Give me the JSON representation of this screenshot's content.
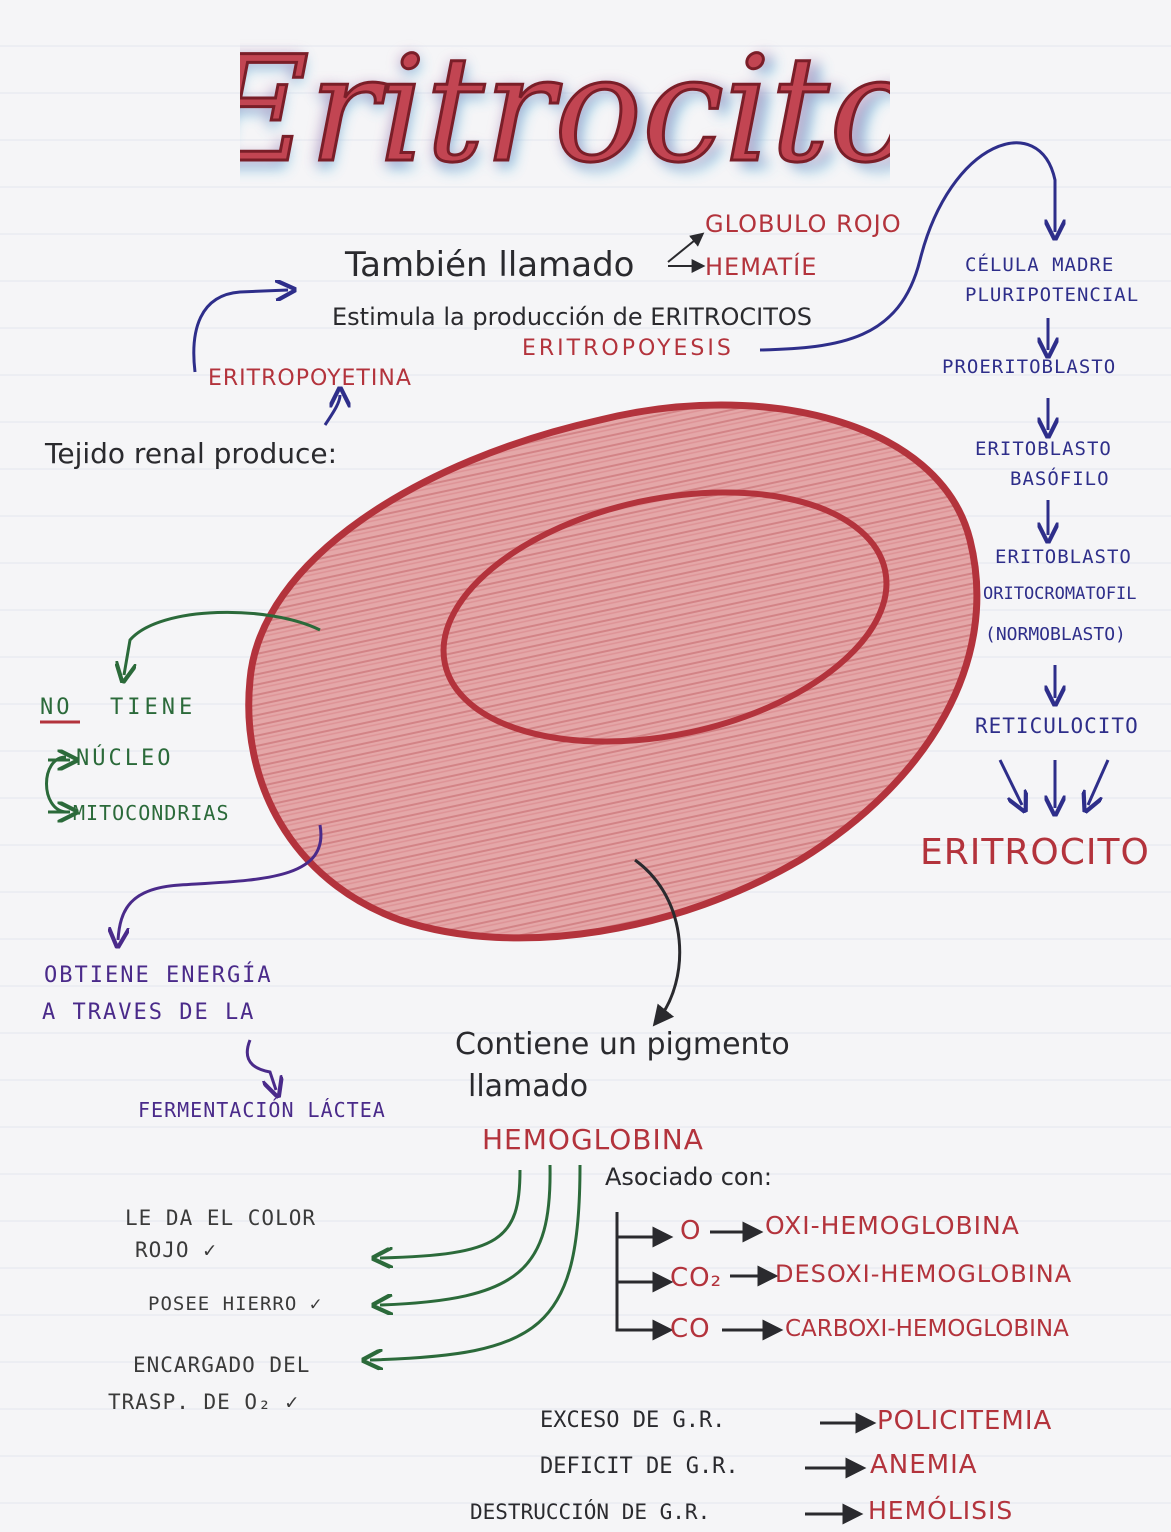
{
  "title": "Eritrocito",
  "also_called": {
    "lead": "También llamado",
    "names": [
      "GLOBULO ROJO",
      "HEMATÍE"
    ]
  },
  "stimulates": "Estimula la producción de ERITROCITOS",
  "eritropoyesis": "ERITROPOYESIS",
  "eritropoyetina": "ERITROPOYETINA",
  "renal": "Tejido renal produce:",
  "lineage": [
    "CÉLULA MADRE",
    "PLURIPOTENCIAL",
    "PROERITOBLASTO",
    "ERITOBLASTO",
    "BASÓFILO",
    "ERITOBLASTO",
    "ORITOCROMATOFIL",
    "(NORMOBLASTO)",
    "RETICULOCITO"
  ],
  "lineage_result": "ERITROCITO",
  "no_tiene": {
    "no": "NO",
    "tiene": "TIENE",
    "items": [
      "NÚCLEO",
      "MITOCONDRIAS"
    ]
  },
  "energy": {
    "line1": "OBTIENE ENERGÍA",
    "line2": "A TRAVES DE LA",
    "result": "FERMENTACIÓN LÁCTEA"
  },
  "pigment": {
    "line1": "Contiene un pigmento",
    "line2": "llamado",
    "name": "HEMOGLOBINA"
  },
  "properties": [
    {
      "line1": "LE DA EL COLOR",
      "line2": "ROJO ✓"
    },
    {
      "line1": "POSEE HIERRO ✓",
      "line2": ""
    },
    {
      "line1": "ENCARGADO DEL",
      "line2": "TRASP. DE O₂ ✓"
    }
  ],
  "associated": {
    "label": "Asociado con:",
    "items": [
      {
        "gas": "O",
        "result": "OXI-HEMOGLOBINA"
      },
      {
        "gas": "CO₂",
        "result": "DESOXI-HEMOGLOBINA"
      },
      {
        "gas": "CO",
        "result": "CARBOXI-HEMOGLOBINA"
      }
    ]
  },
  "conditions": [
    {
      "cause": "EXCESO DE G.R.",
      "result": "POLICITEMIA"
    },
    {
      "cause": "DEFICIT DE G.R.",
      "result": "ANEMIA"
    },
    {
      "cause": "DESTRUCCIÓN DE G.R.",
      "result": "HEMÓLISIS"
    }
  ],
  "colors": {
    "red_ink": "#b3333c",
    "blue_ink": "#2e2e8a",
    "green_ink": "#2b6a3a",
    "purple_ink": "#4a2a8a",
    "cell_fill": "#d98a8c",
    "title_glow_blue": "#4fc3e8",
    "title_glow_pink": "#e07aa8"
  }
}
